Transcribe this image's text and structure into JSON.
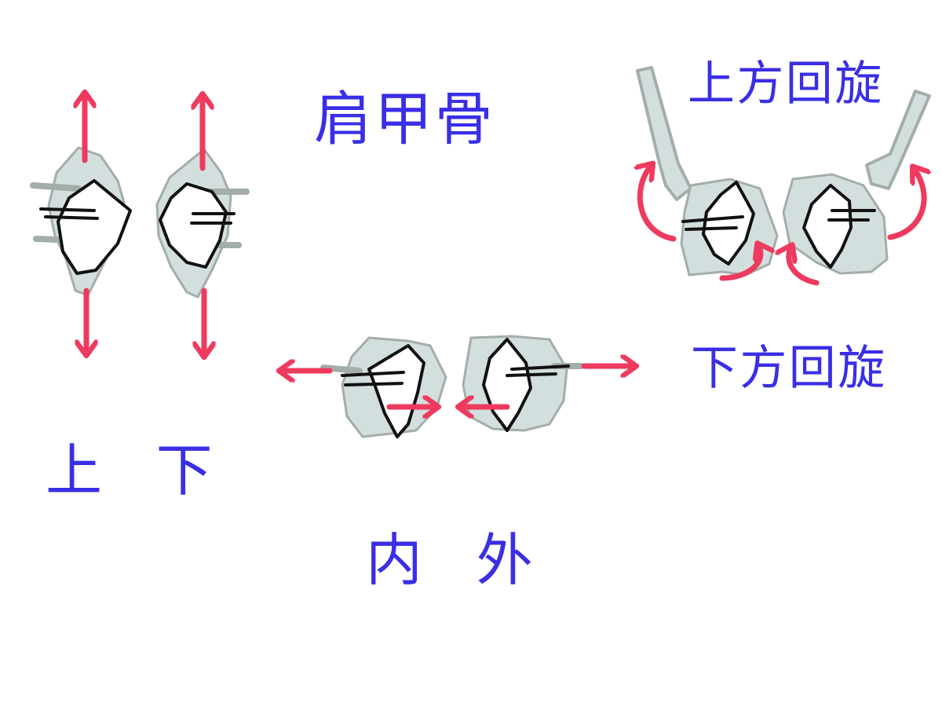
{
  "labels": {
    "title": "肩甲骨",
    "elevation_depression": "上 下",
    "protraction_retraction": "内 外",
    "upward_rotation": "上方回旋",
    "downward_rotation": "下方回旋"
  },
  "colors": {
    "label_ink": "#3a2ee6",
    "arrow": "#ee3a5e",
    "bone_fill": "#d3dede",
    "bone_stroke": "#a3aea8",
    "outline": "#111111"
  }
}
